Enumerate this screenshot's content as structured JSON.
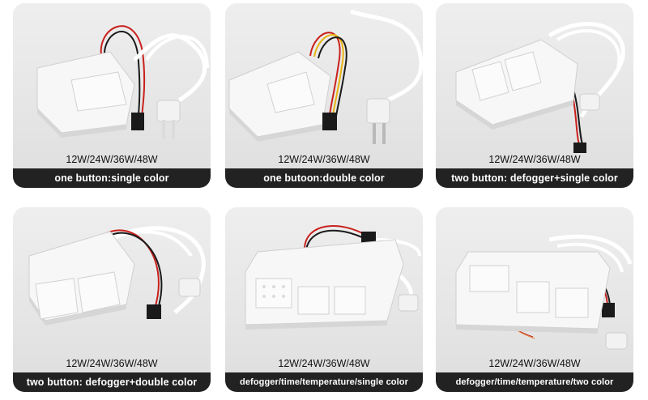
{
  "products": [
    {
      "wattage": "12W/24W/36W/48W",
      "caption": "one button:single color"
    },
    {
      "wattage": "12W/24W/36W/48W",
      "caption": "one butoon:double color"
    },
    {
      "wattage": "12W/24W/36W/48W",
      "caption": "two button: defogger+single color"
    },
    {
      "wattage": "12W/24W/36W/48W",
      "caption": "two button: defogger+double color"
    },
    {
      "wattage": "12W/24W/36W/48W",
      "caption": "defogger/time/temperature/single color"
    },
    {
      "wattage": "12W/24W/36W/48W",
      "caption": "defogger/time/temperature/two color"
    }
  ],
  "colors": {
    "background": "#ffffff",
    "band": "#222222",
    "wire_red": "#c8201c",
    "wire_black": "#1a1a1a",
    "wire_yellow": "#e7b312"
  }
}
